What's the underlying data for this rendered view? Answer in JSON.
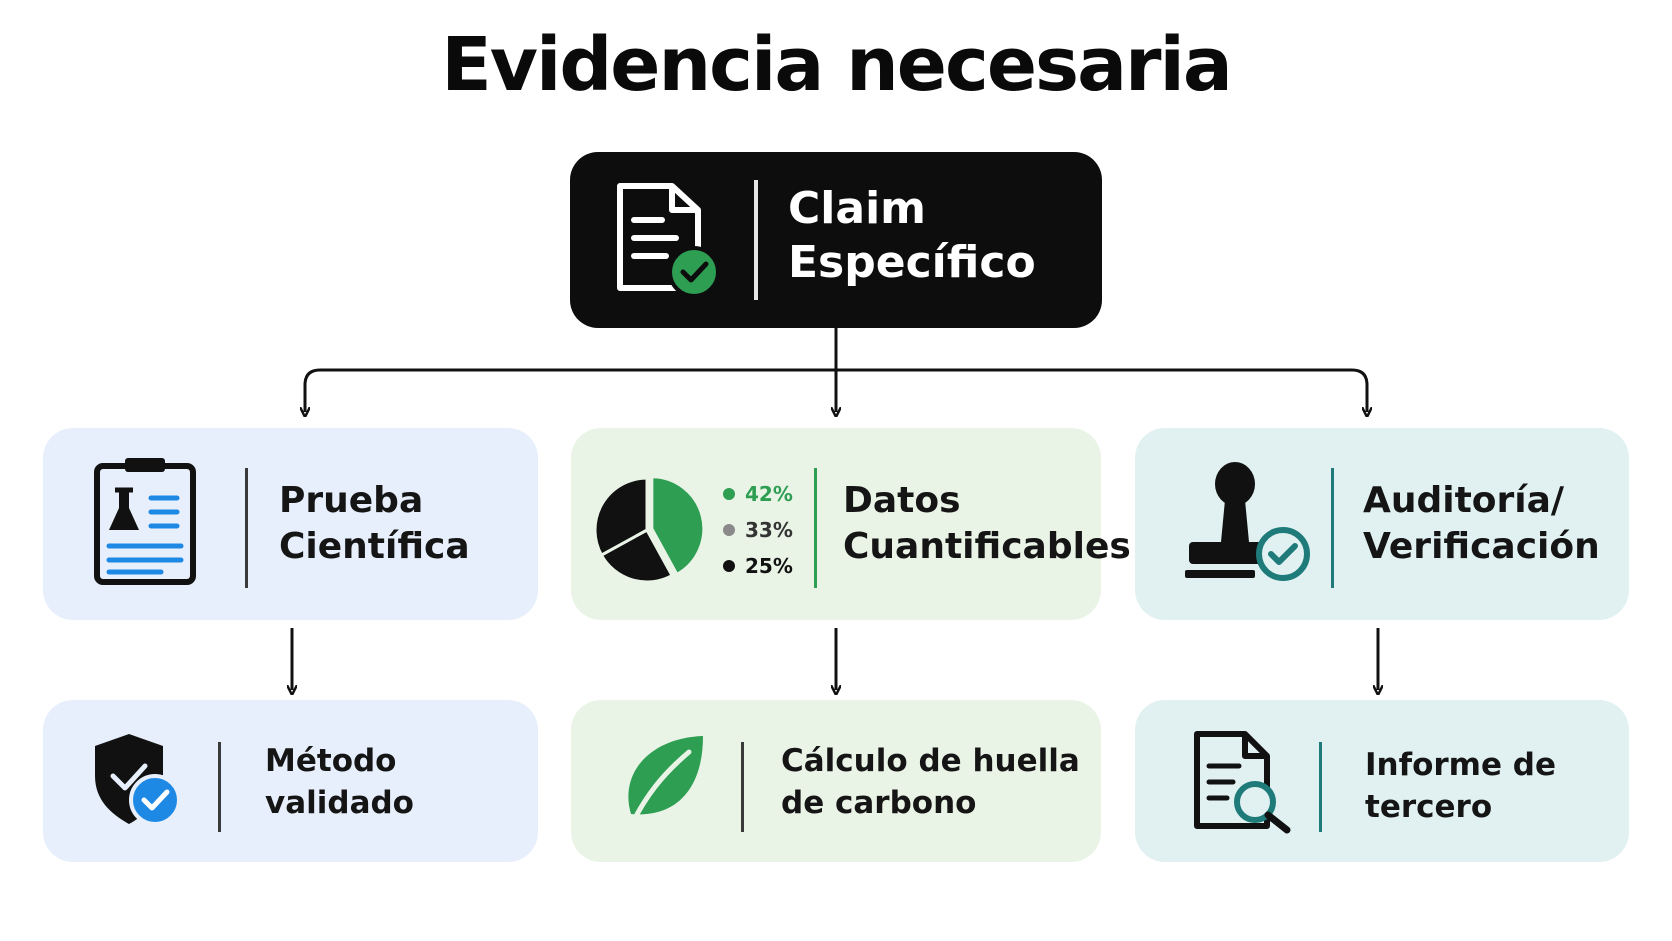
{
  "title": "Evidencia necesaria",
  "root": {
    "line1": "Claim",
    "line2": "Específico",
    "icon": "document-check-icon"
  },
  "columns": [
    {
      "id": "scientific",
      "accent": "#1e88e5",
      "background": "#e6effb",
      "evidence": {
        "line1": "Prueba",
        "line2": "Científica",
        "icon": "clipboard-flask-icon"
      },
      "result": {
        "line1": "Método",
        "line2": "validado",
        "icon": "shield-check-icon"
      }
    },
    {
      "id": "quantifiable",
      "accent": "#2e9e52",
      "background": "#e9f4e7",
      "evidence": {
        "line1": "Datos",
        "line2": "Cuantificables",
        "icon": "pie-chart-icon"
      },
      "pie_legend": [
        {
          "label": "42%",
          "value": 42,
          "color": "#2e9e52"
        },
        {
          "label": "33%",
          "value": 33,
          "color": "#8a8a8a"
        },
        {
          "label": "25%",
          "value": 25,
          "color": "#111111"
        }
      ],
      "result": {
        "line1": "Cálculo de huella",
        "line2": "de carbono",
        "icon": "leaf-icon"
      }
    },
    {
      "id": "audit",
      "accent": "#1f7a7a",
      "background": "#e1f1f2",
      "evidence": {
        "line1": "Auditoría/",
        "line2": "Verificación",
        "icon": "stamp-check-icon"
      },
      "result": {
        "line1": "Informe de",
        "line2": "tercero",
        "icon": "document-search-icon"
      }
    }
  ]
}
